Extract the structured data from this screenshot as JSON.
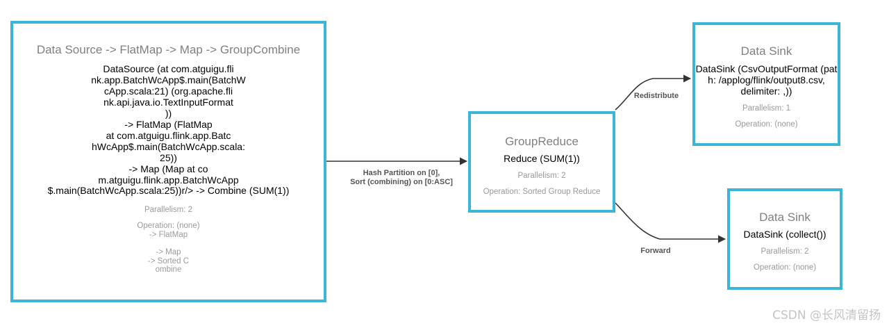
{
  "nodes": {
    "source": {
      "title": "Data Source -> FlatMap -> Map -> GroupCombine",
      "content": "DataSource (at com.atguigu.fli\nnk.app.BatchWcApp$.main(BatchW\ncApp.scala:21) (org.apache.fli\nnk.api.java.io.TextInputFormat\n))\n-> FlatMap (FlatMap\nat com.atguigu.flink.app.Batc\nhWcApp$.main(BatchWcApp.scala:\n25))\n-> Map (Map at co\nm.atguigu.flink.app.BatchWcApp\n$.main(BatchWcApp.scala:25))r/> -> Combine (SUM(1))",
      "parallelism": "Parallelism: 2",
      "operation": "Operation: (none)\n-> FlatMap\n\n-> Map\n-> Sorted C\nombine"
    },
    "reduce": {
      "title": "GroupReduce",
      "content": "Reduce (SUM(1))",
      "parallelism": "Parallelism: 2",
      "operation": "Operation: Sorted Group Reduce"
    },
    "sink1": {
      "title": "Data Sink",
      "content": "DataSink (CsvOutputFormat (pat\nh: /applog/flink/output8.csv,\ndelimiter: ,))",
      "parallelism": "Parallelism: 1",
      "operation": "Operation: (none)"
    },
    "sink2": {
      "title": "Data Sink",
      "content": "DataSink (collect())",
      "parallelism": "Parallelism: 2",
      "operation": "Operation: (none)"
    }
  },
  "edges": {
    "hash": {
      "line1": "Hash Partition on [0],",
      "line2": "Sort (combining) on [0:ASC]"
    },
    "redistribute": {
      "label": "Redistribute"
    },
    "forward": {
      "label": "Forward"
    }
  },
  "colors": {
    "node_border": "#3bb5d8",
    "edge": "#333333"
  },
  "watermark": "CSDN @长风清留扬"
}
